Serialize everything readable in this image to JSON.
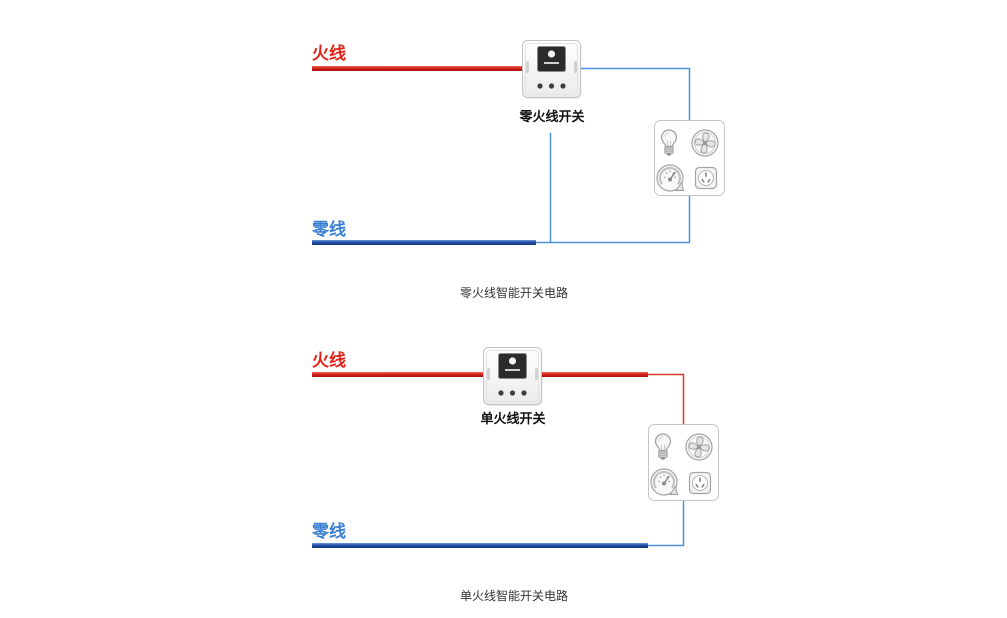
{
  "diagrams": [
    {
      "live_wire_label": "火线",
      "neutral_wire_label": "零线",
      "switch_label": "零火线开关",
      "caption": "零火线智能开关电路"
    },
    {
      "live_wire_label": "火线",
      "neutral_wire_label": "零线",
      "switch_label": "单火线开关",
      "caption": "单火线智能开关电路"
    }
  ],
  "load_icons": [
    "bulb-icon",
    "fan-icon",
    "gauge-icon",
    "socket-icon"
  ],
  "colors": {
    "live_label": "#e1251b",
    "live_wire": "#d52319",
    "live_thin_wire": "#d83a2e",
    "neutral_label": "#3b80d3",
    "neutral_wire": "#1f4ea5",
    "neutral_thin_wire": "#4a93da",
    "switch_label": "#111111",
    "caption": "#333333"
  }
}
